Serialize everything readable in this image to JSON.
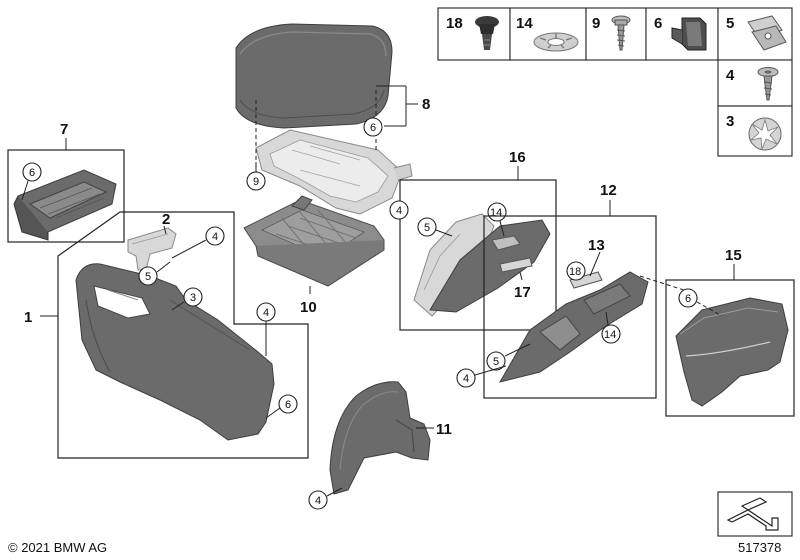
{
  "diagram": {
    "labels": {
      "p1": "1",
      "p2": "2",
      "p7": "7",
      "p8": "8",
      "p10": "10",
      "p11": "11",
      "p12": "12",
      "p13": "13",
      "p15": "15",
      "p16": "16",
      "p17": "17"
    },
    "circled": {
      "c3": "3",
      "c4a": "4",
      "c4b": "4",
      "c4c": "4",
      "c4d": "4",
      "c4e": "4",
      "c5a": "5",
      "c5b": "5",
      "c5c": "5",
      "c6a": "6",
      "c6b": "6",
      "c6c": "6",
      "c6d": "6",
      "c9": "9",
      "c14a": "14",
      "c14b": "14",
      "c18": "18"
    },
    "fastener_table": {
      "top_row": [
        "18",
        "14",
        "9",
        "6",
        "5"
      ],
      "side": [
        "4",
        "3"
      ]
    },
    "copyright": "© 2021 BMW AG",
    "diagram_number": "517378"
  }
}
